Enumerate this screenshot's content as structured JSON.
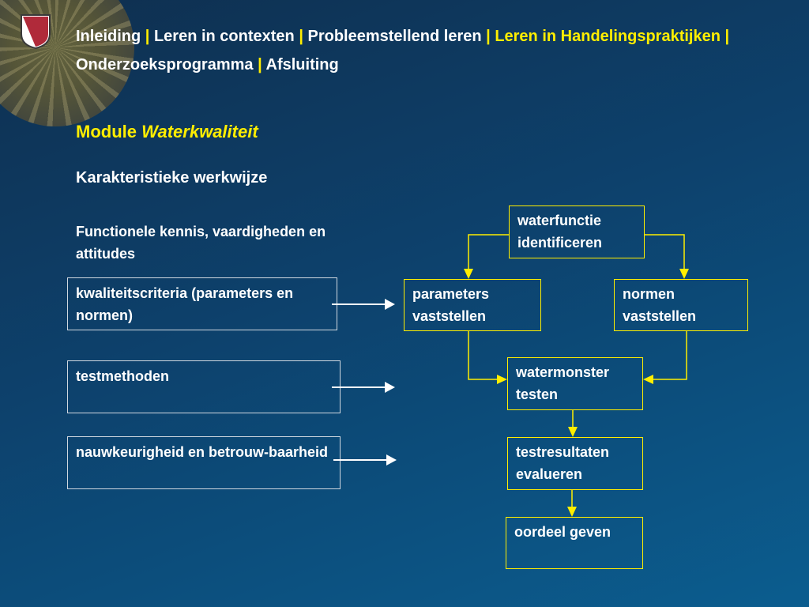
{
  "nav": {
    "items": [
      {
        "label": "Inleiding",
        "active": false
      },
      {
        "label": "Leren in contexten",
        "active": false
      },
      {
        "label": "Probleemstellend leren",
        "active": false
      },
      {
        "label": "Leren in Handelingspraktijken",
        "active": true
      },
      {
        "label": "Onderzoeksprogramma",
        "active": false
      },
      {
        "label": "Afsluiting",
        "active": false
      }
    ],
    "separator": "|"
  },
  "module": {
    "prefix": "Module",
    "name": "Waterkwaliteit"
  },
  "subtitle": "Karakteristieke werkwijze",
  "functional_heading": "Functionele kennis, vaardigheden en attitudes",
  "left_boxes": [
    "kwaliteitscriteria (parameters en normen)",
    "testmethoden",
    "nauwkeurigheid en betrouw-baarheid"
  ],
  "flow": {
    "identify": "waterfunctie identificeren",
    "parameters": "parameters vaststellen",
    "norms": "normen vaststellen",
    "test": "watermonster testen",
    "evaluate": "testresultaten evalueren",
    "judge": "oordeel geven"
  },
  "colors": {
    "accent": "#ffee00",
    "text": "#ffffff",
    "background_top": "#0f2f4f",
    "background_bottom": "#0b5d8f"
  }
}
